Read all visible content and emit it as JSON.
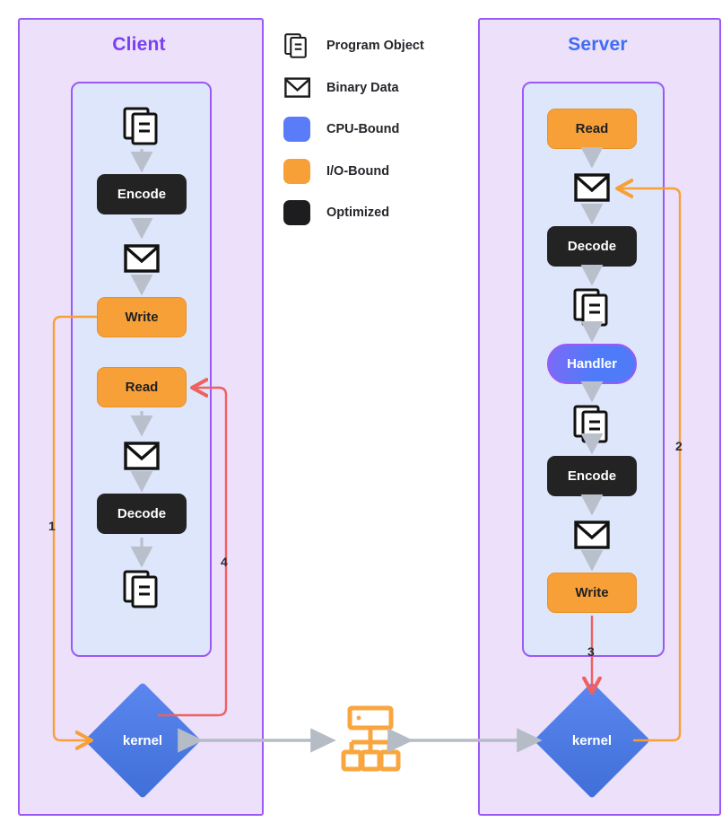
{
  "diagram": {
    "title_client": "Client",
    "title_server": "Server",
    "colors": {
      "panel_bg": "#ece0fb",
      "panel_border": "#9b59f5",
      "inner_bg": "#dde6fa",
      "client_title": "#7b3ff2",
      "server_title": "#3d6ef5",
      "io_bound": "#f8a038",
      "cpu_bound": "#5b7cf8",
      "optimized": "#232323",
      "kernel": "#4a7ae0",
      "flow_arrow": "#b9c0cc",
      "link_orange": "#f8a038",
      "link_red": "#f0605e",
      "link_gray": "#b5bcc6",
      "network_icon": "#f9a63f"
    },
    "client": {
      "label": "Client",
      "nodes": [
        {
          "name": "program-object-icon",
          "kind": "icon-doc",
          "label": ""
        },
        {
          "name": "encode",
          "kind": "optimized",
          "label": "Encode"
        },
        {
          "name": "binary-data-icon",
          "kind": "icon-envelope",
          "label": ""
        },
        {
          "name": "write",
          "kind": "io",
          "label": "Write"
        },
        {
          "name": "read",
          "kind": "io",
          "label": "Read"
        },
        {
          "name": "binary-data-icon-2",
          "kind": "icon-envelope",
          "label": ""
        },
        {
          "name": "decode",
          "kind": "optimized",
          "label": "Decode"
        },
        {
          "name": "program-object-icon-2",
          "kind": "icon-doc",
          "label": ""
        }
      ],
      "kernel_label": "kernel"
    },
    "server": {
      "label": "Server",
      "nodes": [
        {
          "name": "read",
          "kind": "io",
          "label": "Read"
        },
        {
          "name": "binary-data-icon",
          "kind": "icon-envelope",
          "label": ""
        },
        {
          "name": "decode",
          "kind": "optimized",
          "label": "Decode"
        },
        {
          "name": "program-object-icon",
          "kind": "icon-doc",
          "label": ""
        },
        {
          "name": "handler",
          "kind": "cpu",
          "label": "Handler"
        },
        {
          "name": "program-object-icon-2",
          "kind": "icon-doc",
          "label": ""
        },
        {
          "name": "encode",
          "kind": "optimized",
          "label": "Encode"
        },
        {
          "name": "binary-data-icon-2",
          "kind": "icon-envelope",
          "label": ""
        },
        {
          "name": "write",
          "kind": "io",
          "label": "Write"
        }
      ],
      "kernel_label": "kernel"
    },
    "legend": {
      "items": [
        {
          "icon": "program-object-icon",
          "label": "Program Object",
          "swatch": null
        },
        {
          "icon": "binary-data-icon",
          "label": "Binary Data",
          "swatch": null
        },
        {
          "icon": "cpu-bound-swatch",
          "label": "CPU-Bound",
          "swatch": "#5b7cf8"
        },
        {
          "icon": "io-bound-swatch",
          "label": "I/O-Bound",
          "swatch": "#f8a038"
        },
        {
          "icon": "optimized-swatch",
          "label": "Optimized",
          "swatch": "#1d1d1f"
        }
      ]
    },
    "flow_labels": [
      {
        "name": "step-1",
        "text": "1",
        "color": "#f8a038"
      },
      {
        "name": "step-2",
        "text": "2",
        "color": "#f8a038"
      },
      {
        "name": "step-3",
        "text": "3",
        "color": "#f0605e"
      },
      {
        "name": "step-4",
        "text": "4",
        "color": "#f0605e"
      }
    ],
    "network_icon": "network-switch-icon"
  }
}
